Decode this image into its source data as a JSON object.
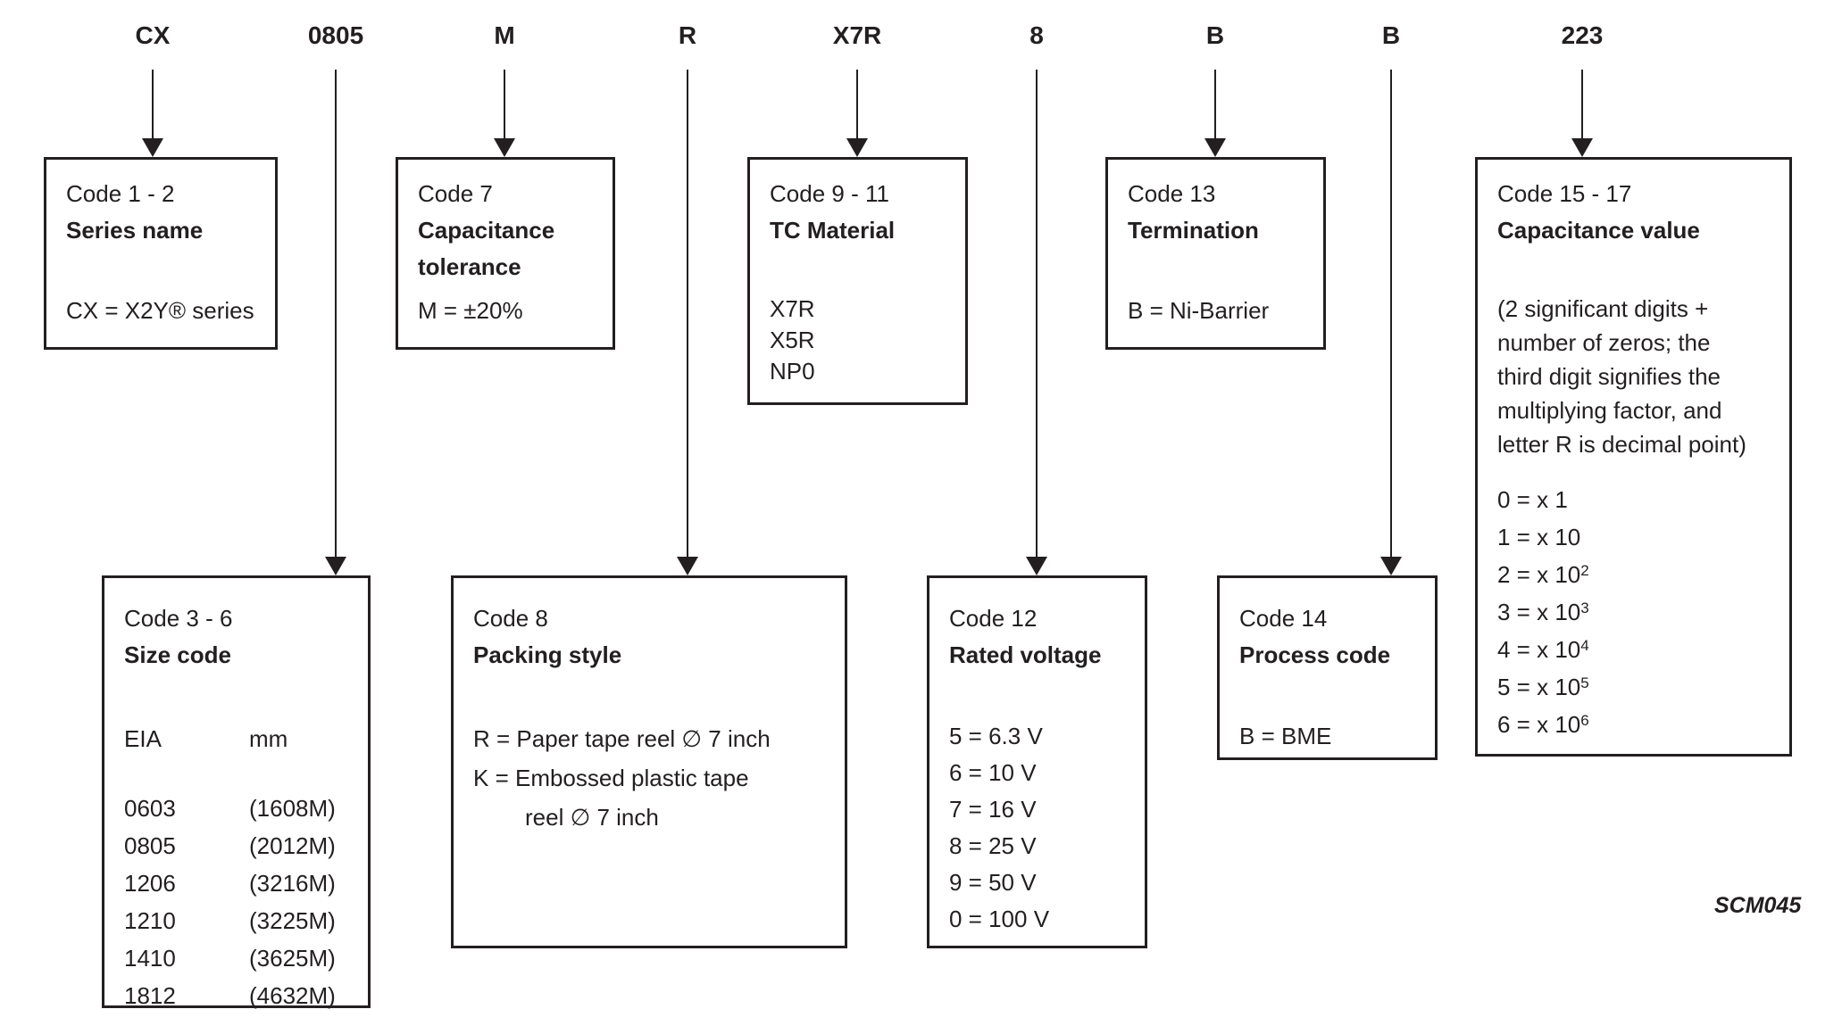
{
  "diagram": {
    "colors": {
      "ink": "#231f20",
      "background": "#ffffff"
    },
    "footnote": "SCM045",
    "code_labels": [
      {
        "text": "CX"
      },
      {
        "text": "0805"
      },
      {
        "text": "M"
      },
      {
        "text": "R"
      },
      {
        "text": "X7R"
      },
      {
        "text": "8"
      },
      {
        "text": "B"
      },
      {
        "text": "B"
      },
      {
        "text": "223"
      }
    ],
    "boxes": {
      "series_name": {
        "code": "Code 1 - 2",
        "title": "Series name",
        "lines": [
          "CX = X2Y® series"
        ]
      },
      "capacitance_tolerance": {
        "code": "Code 7",
        "title": "Capacitance tolerance",
        "lines": [
          "M = ±20%"
        ]
      },
      "tc_material": {
        "code": "Code 9 - 11",
        "title": "TC Material",
        "lines": [
          "X7R",
          "X5R",
          "NP0"
        ]
      },
      "termination": {
        "code": "Code 13",
        "title": "Termination",
        "lines": [
          "B = Ni-Barrier"
        ]
      },
      "capacitance_value": {
        "code": "Code 15 - 17",
        "title": "Capacitance value",
        "note_lines": [
          "(2 significant digits +",
          "number of zeros; the",
          "third digit signifies the",
          "multiplying factor, and",
          "letter R is decimal point)"
        ],
        "multipliers": [
          {
            "base": "0 = x 1",
            "sup": ""
          },
          {
            "base": "1 = x 10",
            "sup": ""
          },
          {
            "base": "2 = x 10",
            "sup": "2"
          },
          {
            "base": "3 = x 10",
            "sup": "3"
          },
          {
            "base": "4 = x 10",
            "sup": "4"
          },
          {
            "base": "5 = x 10",
            "sup": "5"
          },
          {
            "base": "6 = x 10",
            "sup": "6"
          }
        ]
      },
      "size_code": {
        "code": "Code 3 - 6",
        "title": "Size code",
        "col_headers": [
          "EIA",
          "mm"
        ],
        "rows": [
          [
            "0603",
            "(1608M)"
          ],
          [
            "0805",
            "(2012M)"
          ],
          [
            "1206",
            "(3216M)"
          ],
          [
            "1210",
            "(3225M)"
          ],
          [
            "1410",
            "(3625M)"
          ],
          [
            "1812",
            "(4632M)"
          ]
        ]
      },
      "packing_style": {
        "code": "Code 8",
        "title": "Packing style",
        "lines": [
          "R = Paper tape reel ∅ 7 inch",
          "K = Embossed plastic tape",
          "reel ∅ 7 inch"
        ]
      },
      "rated_voltage": {
        "code": "Code 12",
        "title": "Rated voltage",
        "lines": [
          "5 = 6.3 V",
          "6 = 10 V",
          "7 = 16 V",
          "8 = 25 V",
          "9 = 50 V",
          "0 = 100 V"
        ]
      },
      "process_code": {
        "code": "Code 14",
        "title": "Process code",
        "lines": [
          "B = BME"
        ]
      }
    }
  }
}
